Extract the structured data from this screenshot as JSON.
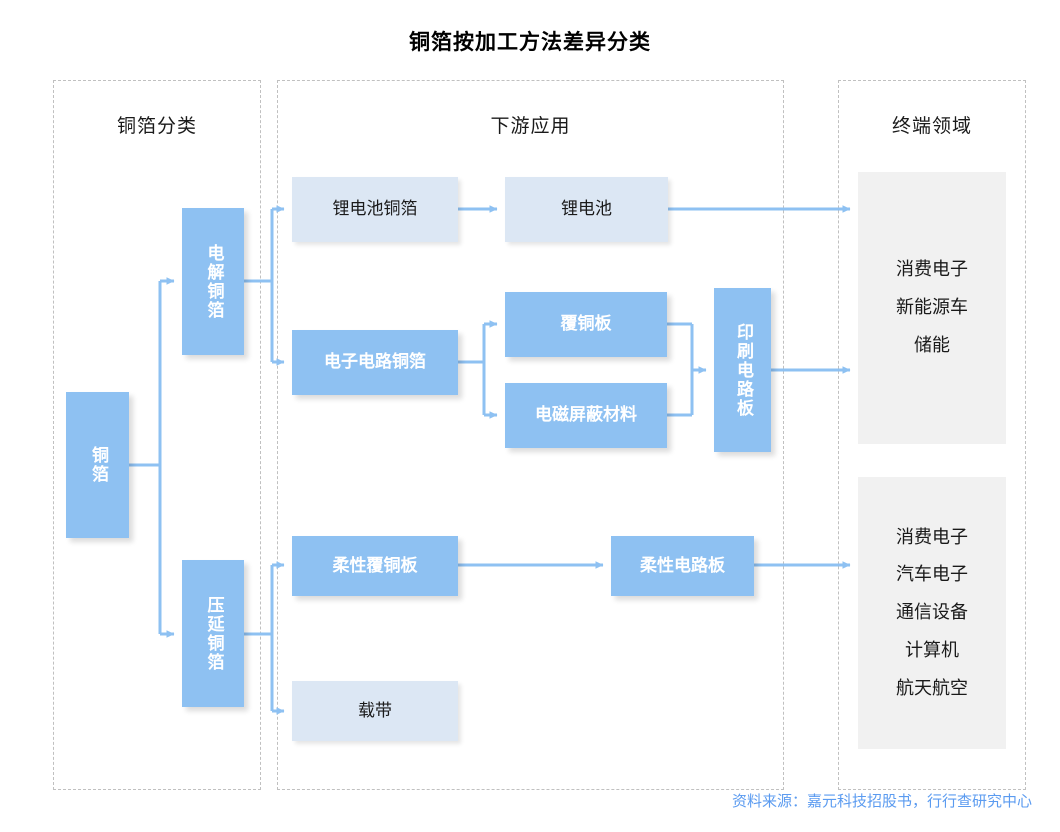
{
  "title": "铜箔按加工方法差异分类",
  "panels": [
    {
      "key": "left",
      "title": "铜箔分类"
    },
    {
      "key": "mid",
      "title": "下游应用"
    },
    {
      "key": "right",
      "title": "终端领域"
    }
  ],
  "nodes": {
    "tongbo": "铜箔",
    "dianjie_tongbo": "电解铜箔",
    "yayan_tongbo": "压延铜箔",
    "lidianchi_tongbo": "锂电池铜箔",
    "lidianchi": "锂电池",
    "dianzi_dianlu_tongbo": "电子电路铜箔",
    "futongban": "覆铜板",
    "dianci_pingbi": "电磁屏蔽材料",
    "yinshua_dianluban": "印刷电路板",
    "rouxing_futongban": "柔性覆铜板",
    "rouxing_dianluban": "柔性电路板",
    "zaidai": "载带"
  },
  "end_fields": {
    "top": [
      "消费电子",
      "新能源车",
      "储能"
    ],
    "bottom": [
      "消费电子",
      "汽车电子",
      "通信设备",
      "计算机",
      "航天航空"
    ]
  },
  "source": "资料来源：嘉元科技招股书，行行查研究中心",
  "colors": {
    "node_blue": "#8ec1f2",
    "node_light_blue": "#dce7f4",
    "node_gray": "#f1f1f1",
    "arrow": "#8ec1f2",
    "panel_border": "#c0c0c0",
    "source_text": "#5b9bf0",
    "title_text": "#000000"
  }
}
